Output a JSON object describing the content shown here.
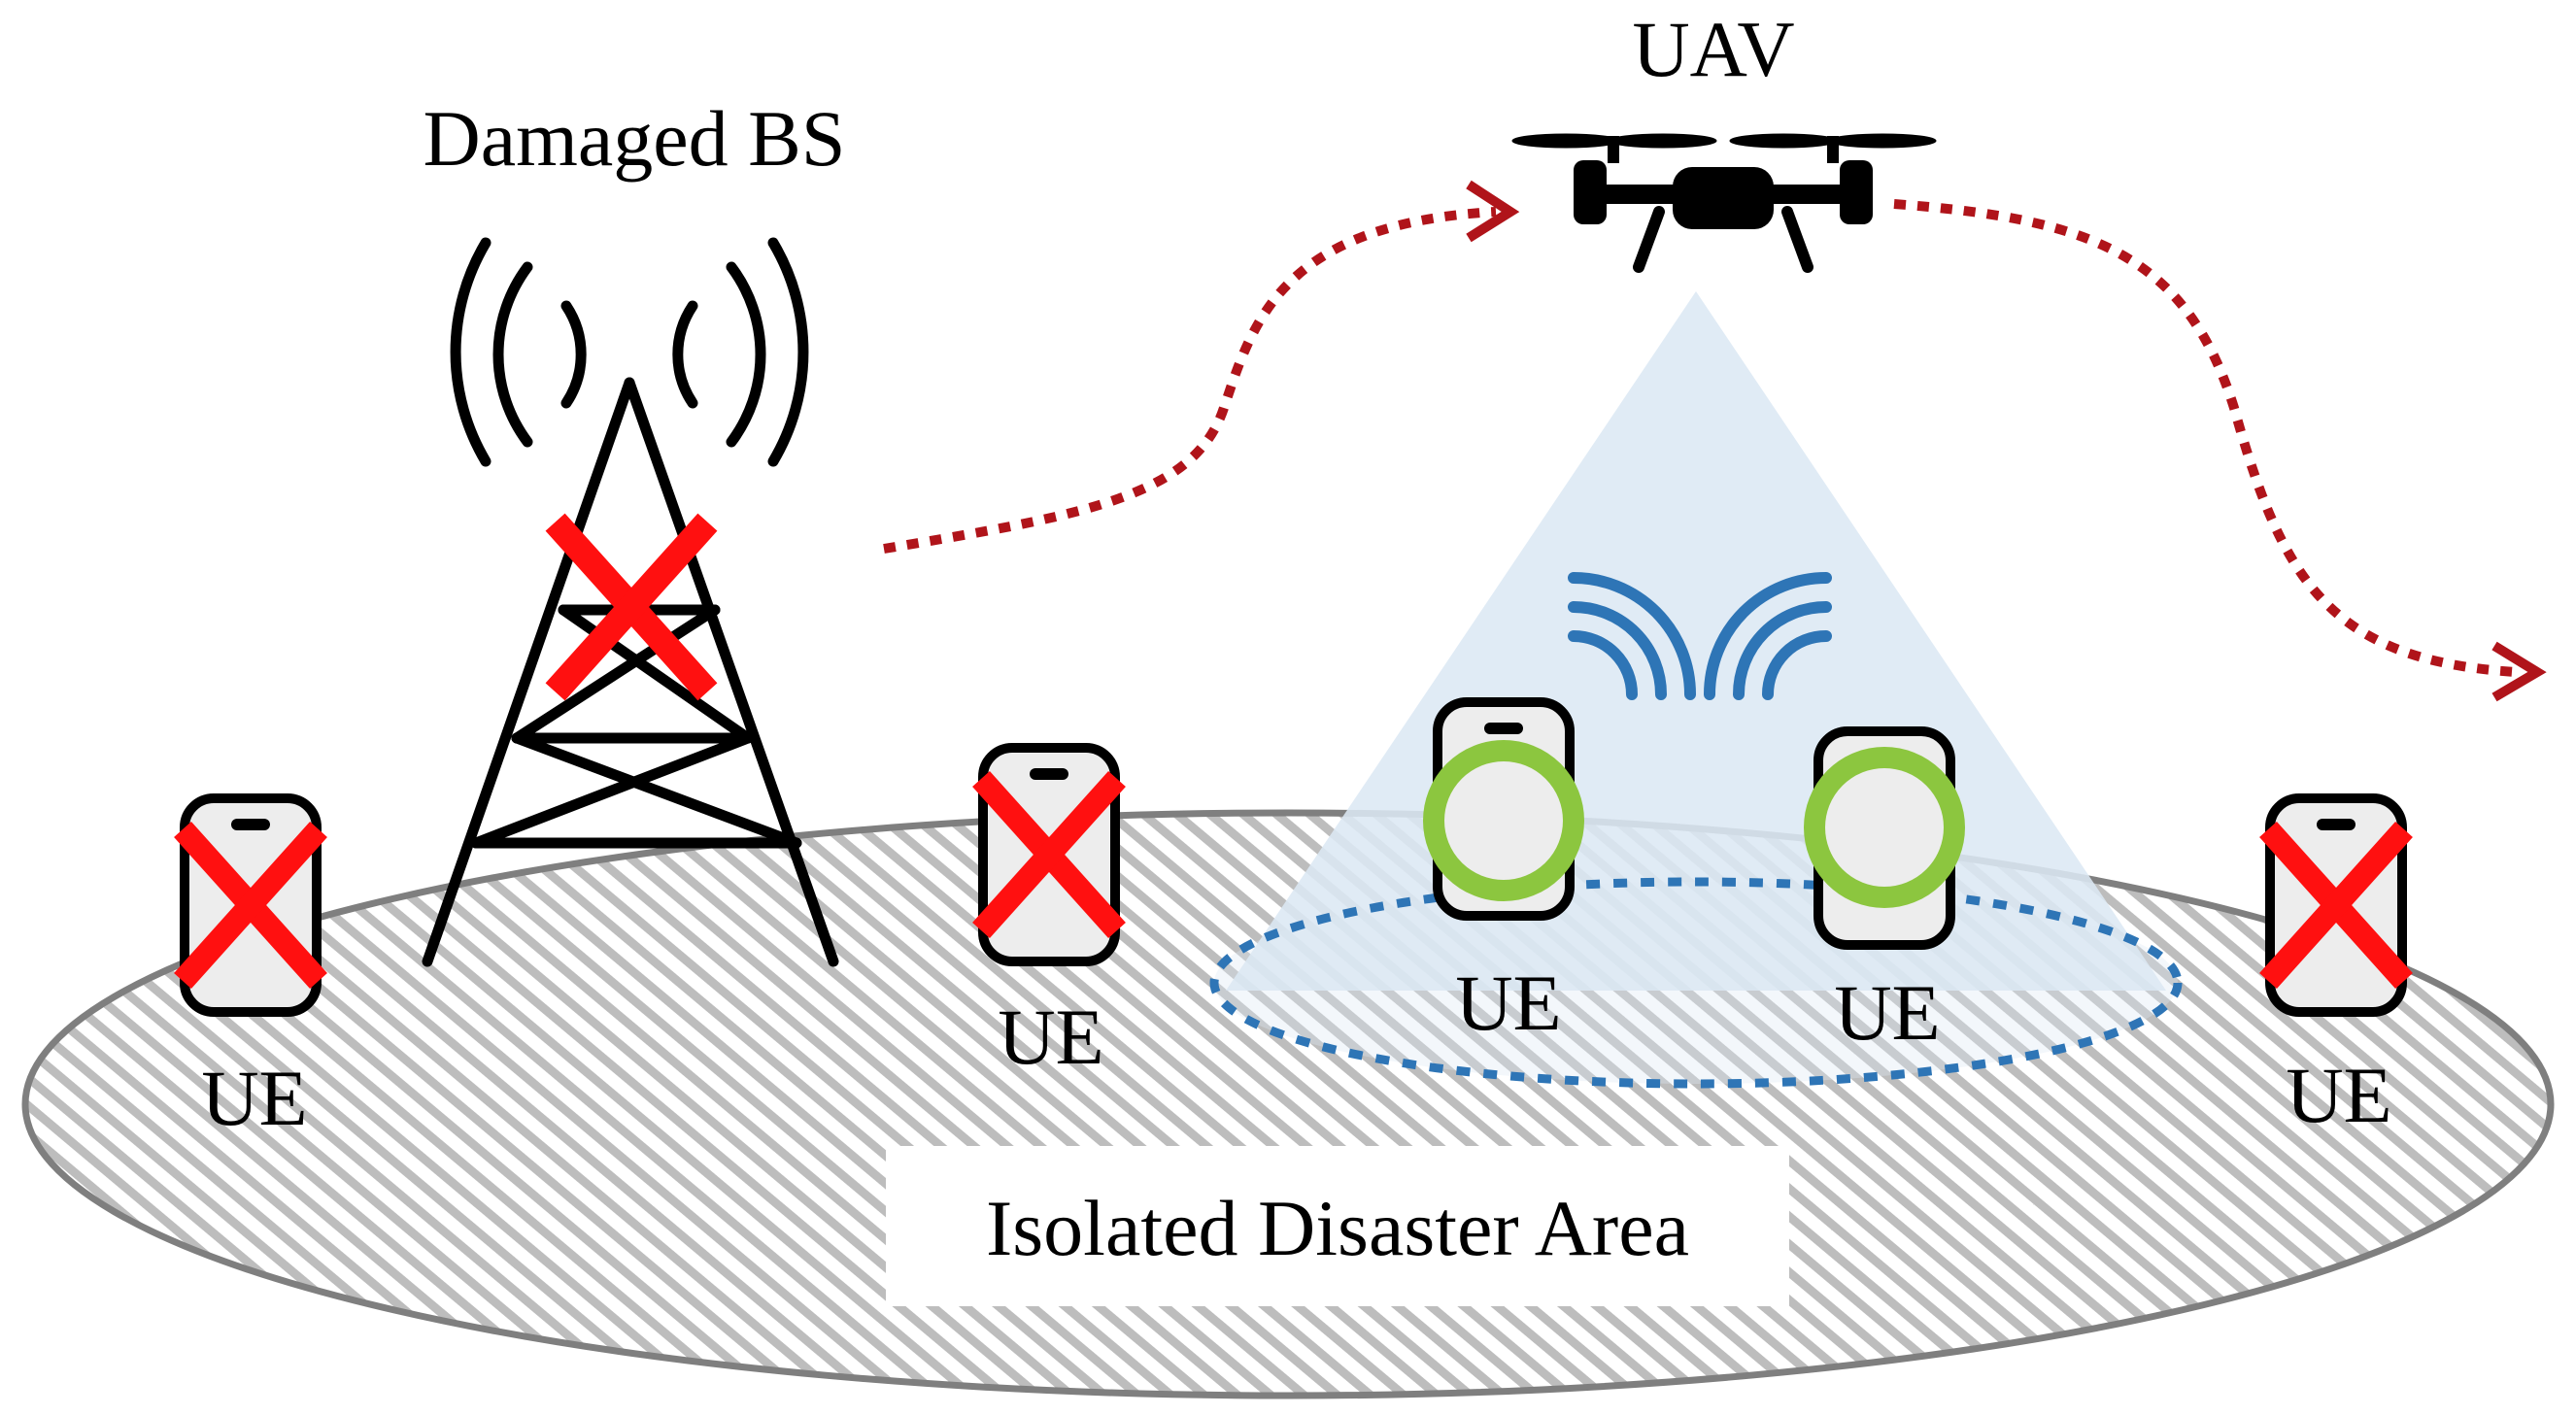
{
  "labels": {
    "damaged_bs": "Damaged BS",
    "uav": "UAV",
    "ue": "UE",
    "area": "Isolated Disaster Area"
  },
  "colors": {
    "fail_cross": "#ff1010",
    "served_ring": "#8cc63f",
    "signal_wave": "#2e75b6",
    "coverage_beam": "#dce8f4",
    "coverage_edge": "#2e75b6",
    "trajectory": "#b0141a",
    "hatch": "#b8b8b8",
    "phone_fill": "#ededed"
  },
  "icons": {
    "base_station": "cell-tower-icon",
    "uav": "drone-icon",
    "ue": "smartphone-icon",
    "failed": "red-x-icon",
    "connected": "green-ring-icon",
    "signal": "wifi-wave-icon"
  },
  "ues": [
    {
      "status": "disconnected"
    },
    {
      "status": "disconnected"
    },
    {
      "status": "connected"
    },
    {
      "status": "connected"
    },
    {
      "status": "disconnected"
    }
  ]
}
